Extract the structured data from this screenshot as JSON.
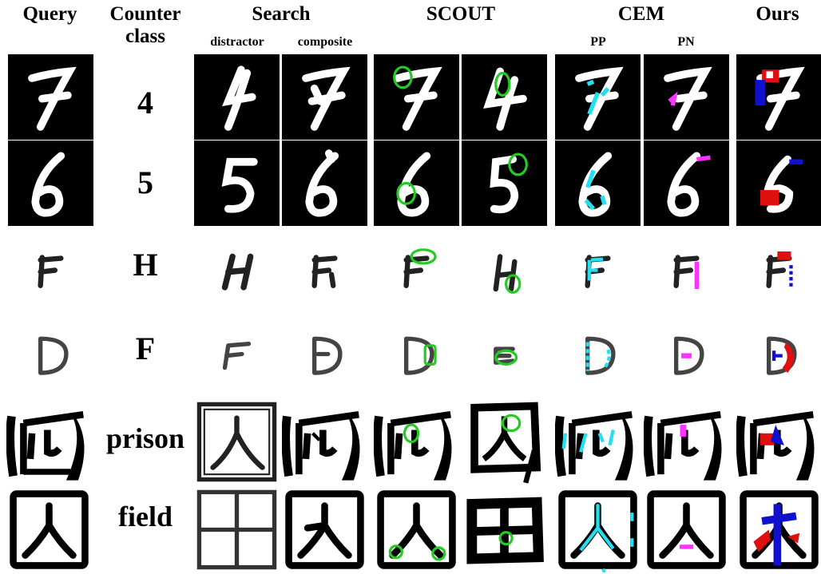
{
  "headers": {
    "query": "Query",
    "counter_line1": "Counter",
    "counter_line2": "class",
    "search": "Search",
    "scout": "SCOUT",
    "cem": "CEM",
    "ours": "Ours"
  },
  "subheaders": {
    "distractor": "distractor",
    "composite": "composite",
    "pp": "PP",
    "pn": "PN"
  },
  "rows": [
    {
      "counter_class": "4"
    },
    {
      "counter_class": "5"
    },
    {
      "counter_class": "H"
    },
    {
      "counter_class": "F"
    },
    {
      "counter_class": "prison"
    },
    {
      "counter_class": "field"
    }
  ],
  "colors": {
    "scout_highlight": "#22cc22",
    "cem_pp": "#22e0f0",
    "cem_pn": "#ff33ff",
    "ours_red": "#e01010",
    "ours_blue": "#1010d0"
  }
}
